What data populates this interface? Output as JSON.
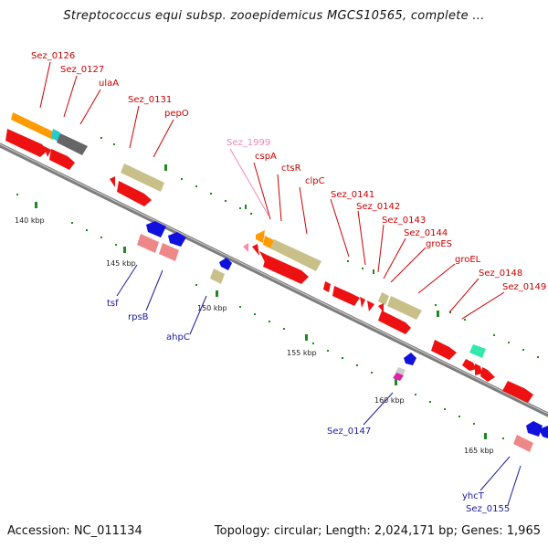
{
  "title": "Streptococcus equi subsp. zooepidemicus MGCS10565, complete ...",
  "footer": {
    "accession": "Accession: NC_011134",
    "stats": "Topology: circular; Length: 2,024,171 bp; Genes: 1,965"
  },
  "scale_labels": [
    "140 kbp",
    "145 kbp",
    "150 kbp",
    "155 kbp",
    "160 kbp",
    "165 kbp"
  ],
  "gene_labels_forward": [
    "Sez_0126",
    "Sez_0127",
    "ulaA",
    "Sez_0131",
    "pepO",
    "Sez_1999",
    "cspA",
    "ctsR",
    "clpC",
    "Sez_0141",
    "Sez_0142",
    "Sez_0143",
    "Sez_0144",
    "groES",
    "groEL",
    "Sez_0148",
    "Sez_0149"
  ],
  "gene_labels_reverse": [
    "tsf",
    "rpsB",
    "ahpC",
    "Sez_0147",
    "yhcT",
    "Sez_0155"
  ],
  "colors": {
    "forward_label": "#cc0000",
    "reverse_label": "#1a1aa0",
    "hypothetical_label": "#ee88bb",
    "gene_red": "#ee1111",
    "gene_blue": "#1111dd",
    "gene_orange": "#ff9a00",
    "gene_khaki": "#c8c088",
    "gene_pink": "#ee8888",
    "gene_gray": "#666666",
    "gene_cyan": "#22cccc",
    "gene_teal": "#33e8a8",
    "gene_magenta": "#dd22aa",
    "backbone": "#8a8a8a",
    "tick": "#228822"
  }
}
